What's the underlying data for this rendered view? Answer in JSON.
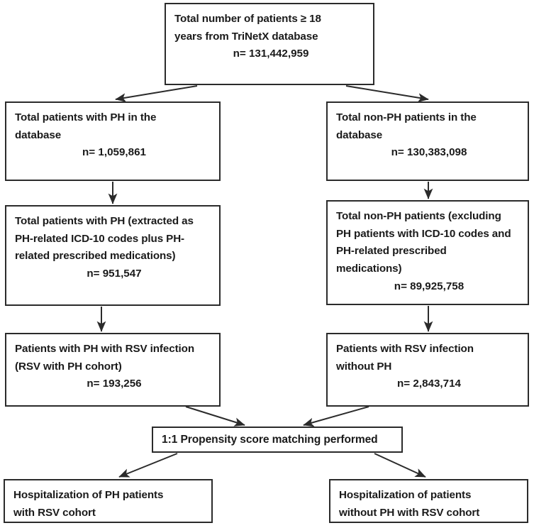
{
  "diagram": {
    "title": "Patient selection flowchart",
    "stroke_color": "#2b2b2b",
    "background_color": "#ffffff"
  },
  "nodes": {
    "total_patients": {
      "line1": "Total number of patients ≥ 18",
      "line2": "years from TriNetX database",
      "count": "n= 131,442,959"
    },
    "ph_database": {
      "line1": "Total patients with PH in the",
      "line2": "database",
      "count": "n= 1,059,861"
    },
    "nonph_database": {
      "line1": "Total non-PH patients in the",
      "line2": "database",
      "count": "n= 130,383,098"
    },
    "ph_extracted": {
      "line1": "Total patients with PH (extracted as",
      "line2": "PH-related ICD-10 codes plus PH-",
      "line3": "related prescribed medications)",
      "count": "n= 951,547"
    },
    "nonph_excluded": {
      "line1": "Total non-PH patients (excluding",
      "line2": "PH patients with ICD-10 codes and",
      "line3": "PH-related prescribed",
      "line4": "medications)",
      "count": "n= 89,925,758"
    },
    "ph_rsv": {
      "line1": "Patients with PH with RSV infection",
      "line2": "(RSV with PH cohort)",
      "count": "n= 193,256"
    },
    "rsv_no_ph": {
      "line1": "Patients with RSV infection",
      "line2": "without PH",
      "count": "n= 2,843,714"
    },
    "propensity_matching": {
      "line1": "1:1 Propensity score matching performed"
    },
    "hospitalization_ph": {
      "line1": "Hospitalization of PH patients",
      "line2": "with RSV cohort"
    },
    "hospitalization_nonph": {
      "line1": "Hospitalization of patients",
      "line2": "without PH with RSV cohort"
    }
  },
  "connectors": [
    {
      "name": "total-to-ph-database",
      "from": "total_patients",
      "to": "ph_database"
    },
    {
      "name": "total-to-nonph-database",
      "from": "total_patients",
      "to": "nonph_database"
    },
    {
      "name": "ph-database-to-ph-extracted",
      "from": "ph_database",
      "to": "ph_extracted"
    },
    {
      "name": "nonph-database-to-nonph-excluded",
      "from": "nonph_database",
      "to": "nonph_excluded"
    },
    {
      "name": "ph-extracted-to-ph-rsv",
      "from": "ph_extracted",
      "to": "ph_rsv"
    },
    {
      "name": "nonph-excluded-to-rsv-no-ph",
      "from": "nonph_excluded",
      "to": "rsv_no_ph"
    },
    {
      "name": "ph-rsv-to-psm",
      "from": "ph_rsv",
      "to": "propensity_matching"
    },
    {
      "name": "rsv-no-ph-to-psm",
      "from": "rsv_no_ph",
      "to": "propensity_matching"
    },
    {
      "name": "psm-to-hospitalization-ph",
      "from": "propensity_matching",
      "to": "hospitalization_ph"
    },
    {
      "name": "psm-to-hospitalization-nonph",
      "from": "propensity_matching",
      "to": "hospitalization_nonph"
    }
  ]
}
